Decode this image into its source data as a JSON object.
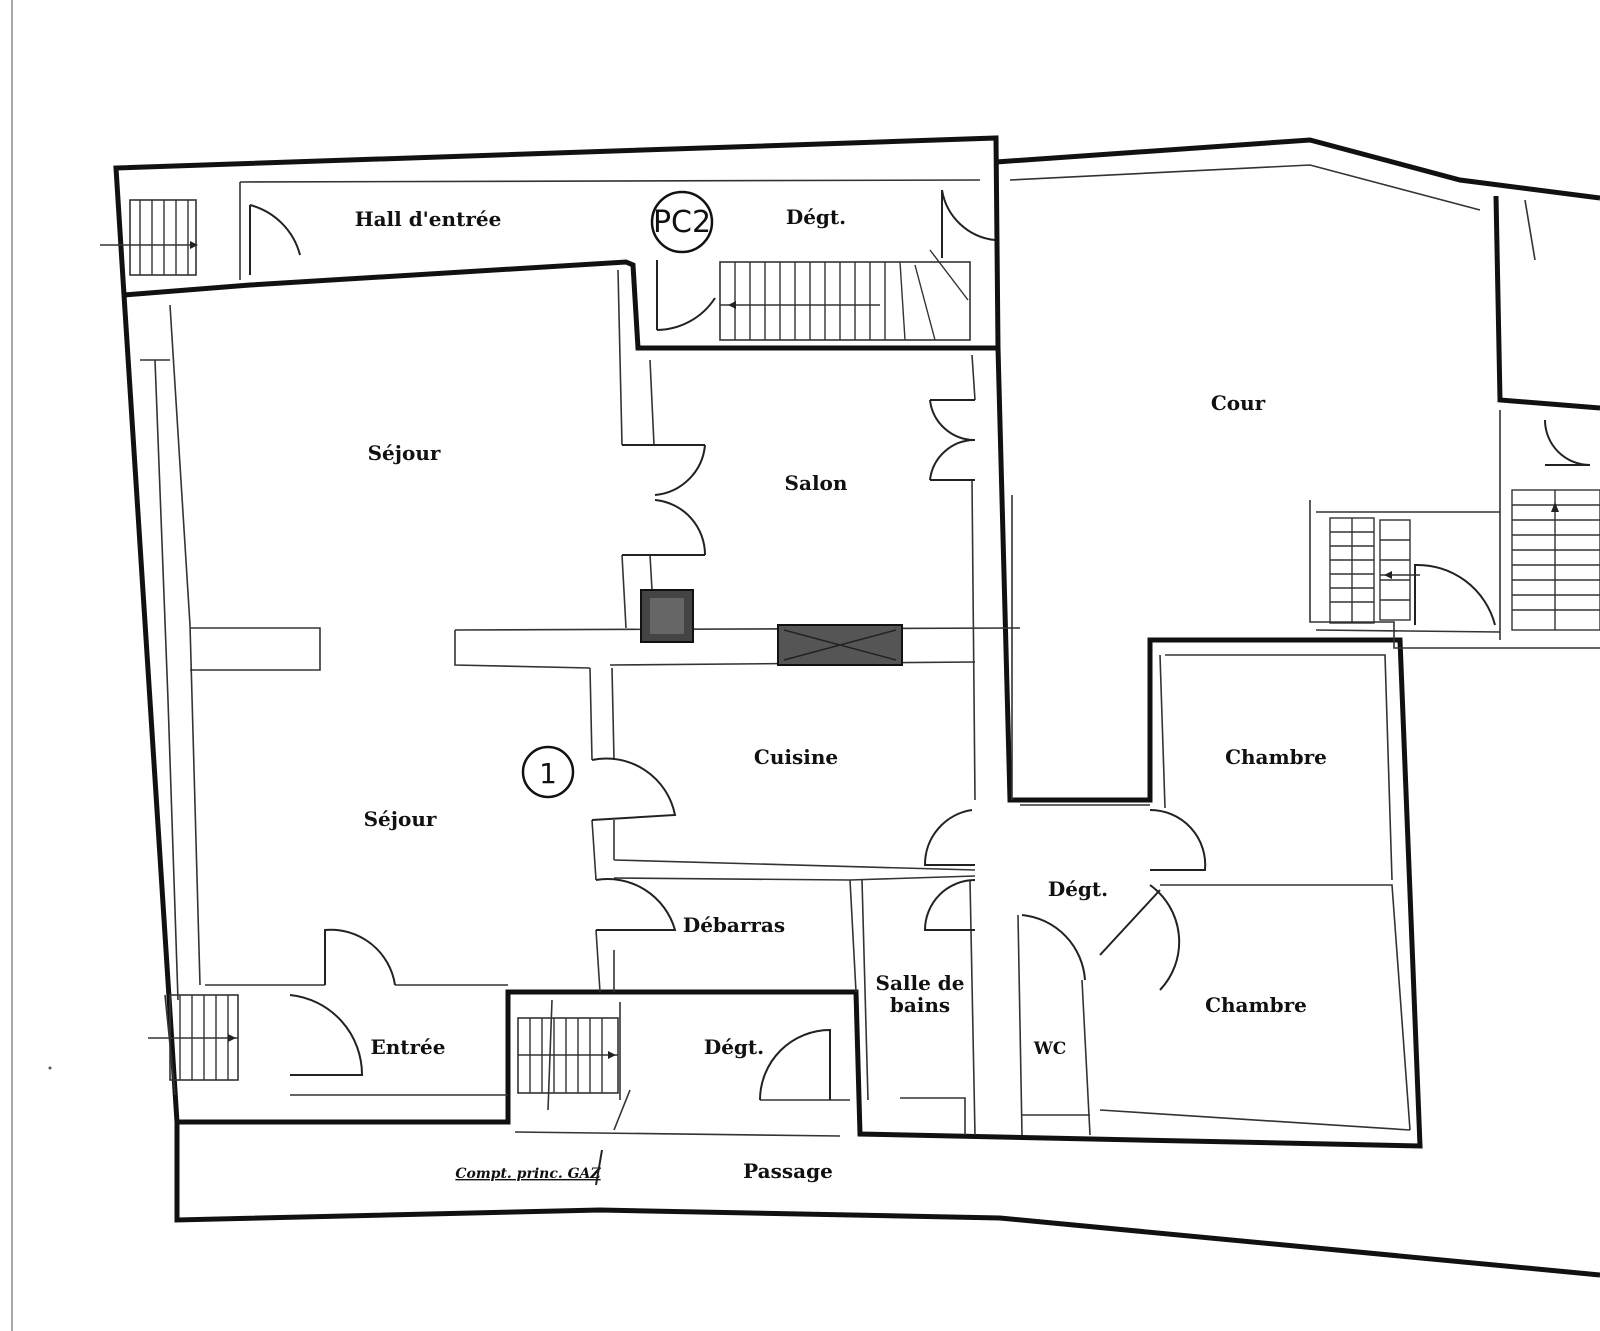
{
  "rooms": {
    "hall": "Hall d'entrée",
    "degt_top": "Dégt.",
    "sejour_top": "Séjour",
    "salon": "Salon",
    "cour": "Cour",
    "sejour_bottom": "Séjour",
    "cuisine": "Cuisine",
    "chambre_top": "Chambre",
    "degt_mid": "Dégt.",
    "debarras": "Débarras",
    "salle_de_bains_1": "Salle de",
    "salle_de_bains_2": "bains",
    "chambre_bottom": "Chambre",
    "wc": "WC",
    "entree": "Entrée",
    "degt_bottom": "Dégt.",
    "passage": "Passage"
  },
  "markers": {
    "pc2": "PC2",
    "lot": "1"
  },
  "notes": {
    "compteur": "Compt. princ. GAZ"
  }
}
